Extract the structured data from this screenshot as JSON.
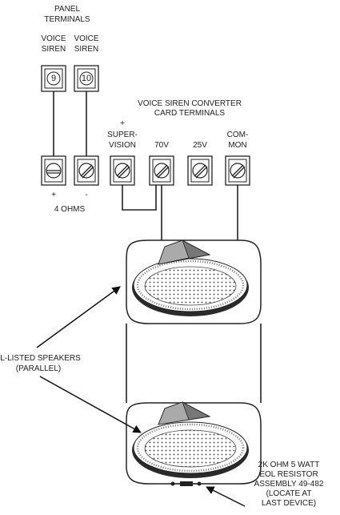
{
  "panel": {
    "title_line1": "PANEL",
    "title_line2": "TERMINALS",
    "terminals": [
      {
        "label_line1": "VOICE",
        "label_line2": "SIREN",
        "number": "9"
      },
      {
        "label_line1": "VOICE",
        "label_line2": "SIREN",
        "number": "10"
      }
    ]
  },
  "converter": {
    "title_line1": "VOICE SIREN CONVERTER",
    "title_line2": "CARD TERMINALS",
    "supervision_line1": "+",
    "supervision_line2": "SUPER-",
    "supervision_line3": "VISION",
    "v70": "70V",
    "v25": "25V",
    "common_line1": "COM-",
    "common_line2": "MON"
  },
  "polarity": {
    "plus": "+",
    "minus": "-"
  },
  "ohms": "4 OHMS",
  "speakers": {
    "label_line1": "JL-LISTED SPEAKERS",
    "label_line2": "(PARALLEL)"
  },
  "resistor": {
    "line1": "2K OHM 5 WATT",
    "line2": "EOL RESISTOR",
    "line3": "ASSEMBLY 49-482",
    "line4": "(LOCATE AT",
    "line5": "LAST DEVICE)"
  }
}
